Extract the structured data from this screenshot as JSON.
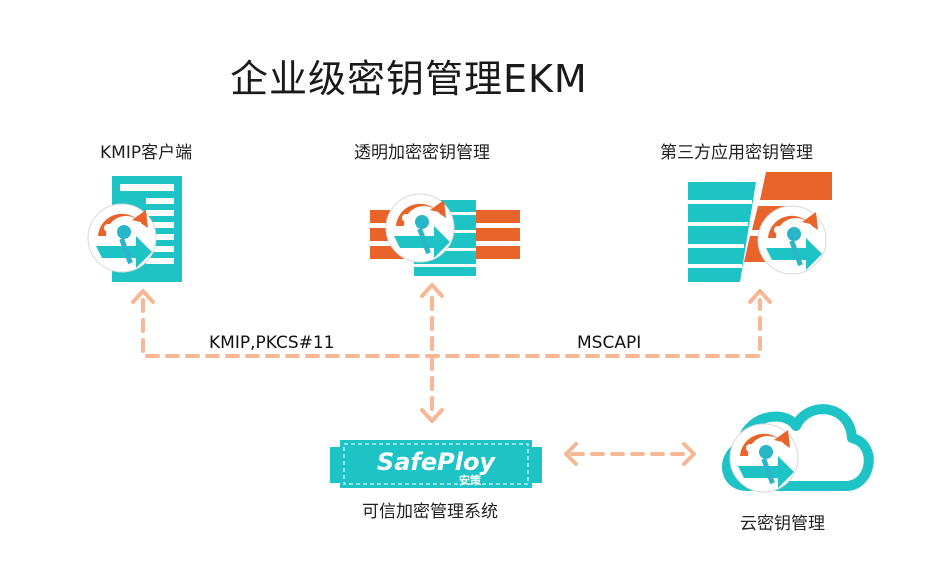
{
  "diagram": {
    "title": "企业级密钥管理EKM",
    "nodes": {
      "kmip_client": {
        "label": "KMIP客户端"
      },
      "transparent_encryption": {
        "label": "透明加密密钥管理"
      },
      "third_party": {
        "label": "第三方应用密钥管理"
      },
      "trusted_encryption_system": {
        "label": "可信加密管理系统",
        "logo_text": "SafePloy",
        "logo_sub": "安策"
      },
      "cloud_key": {
        "label": "云密钥管理"
      }
    },
    "edges": {
      "left_protocol": "KMIP,PKCS#11",
      "right_protocol": "MSCAPI"
    },
    "colors": {
      "teal": "#1ec3c6",
      "orange": "#e8642a",
      "dash": "#f6b894",
      "key": "#2ab6c9"
    }
  }
}
